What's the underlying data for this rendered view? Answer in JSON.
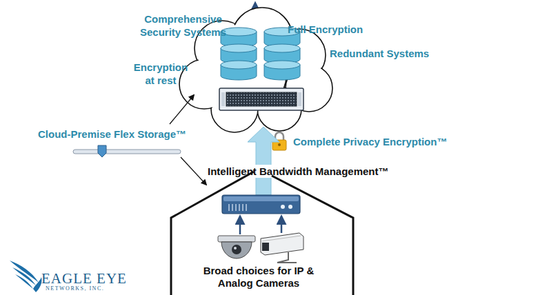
{
  "diagram": {
    "nodes": [
      {
        "text": [
          "Broad choices for IP & Analog Cameras"
        ]
      }
    ],
    "labels": [
      "Comprehensive Security Systems",
      "Full Encryption",
      "Redundant Systems",
      "Encryption at rest",
      "Cloud-Premise Flex Storage™",
      "Complete Privacy Encryption™",
      "Intelligent Bandwidth Management™",
      "EAGLE EYE",
      "NETWORKS, INC."
    ]
  }
}
